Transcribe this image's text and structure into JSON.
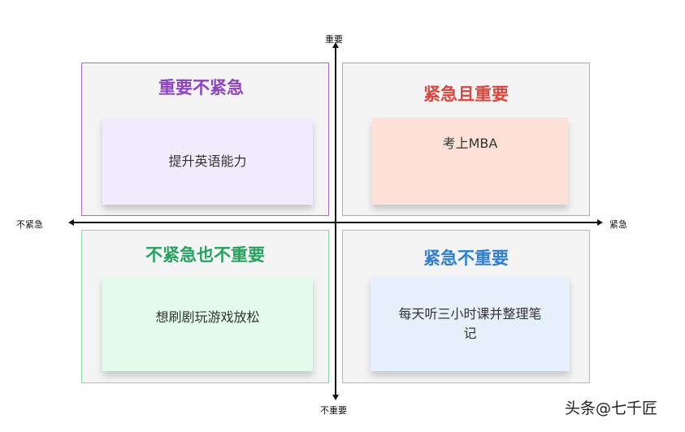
{
  "axes": {
    "top": "重要",
    "bottom": "不重要",
    "left": "不紧急",
    "right": "紧急"
  },
  "quadrants": [
    {
      "title": "重要不紧急",
      "item": "提升英语能力",
      "color": "#8e44c0",
      "border": "#a66cc6",
      "card_bg": "#f1ebfd"
    },
    {
      "title": "紧急且重要",
      "item": "考上MBA",
      "color": "#d9463c",
      "border": "#e8967a",
      "card_bg": "#fde0d6"
    },
    {
      "title": "不紧急也不重要",
      "item": "想刷剧玩游戏放松",
      "color": "#27a160",
      "border": "#86d4a2",
      "card_bg": "#e3fbeb"
    },
    {
      "title": "紧急不重要",
      "item": "每天听三小时课并整理笔记",
      "color": "#2f7fd0",
      "border": "#94c3ea",
      "card_bg": "#e6f0fc"
    }
  ],
  "watermark": "头条@七千匠"
}
